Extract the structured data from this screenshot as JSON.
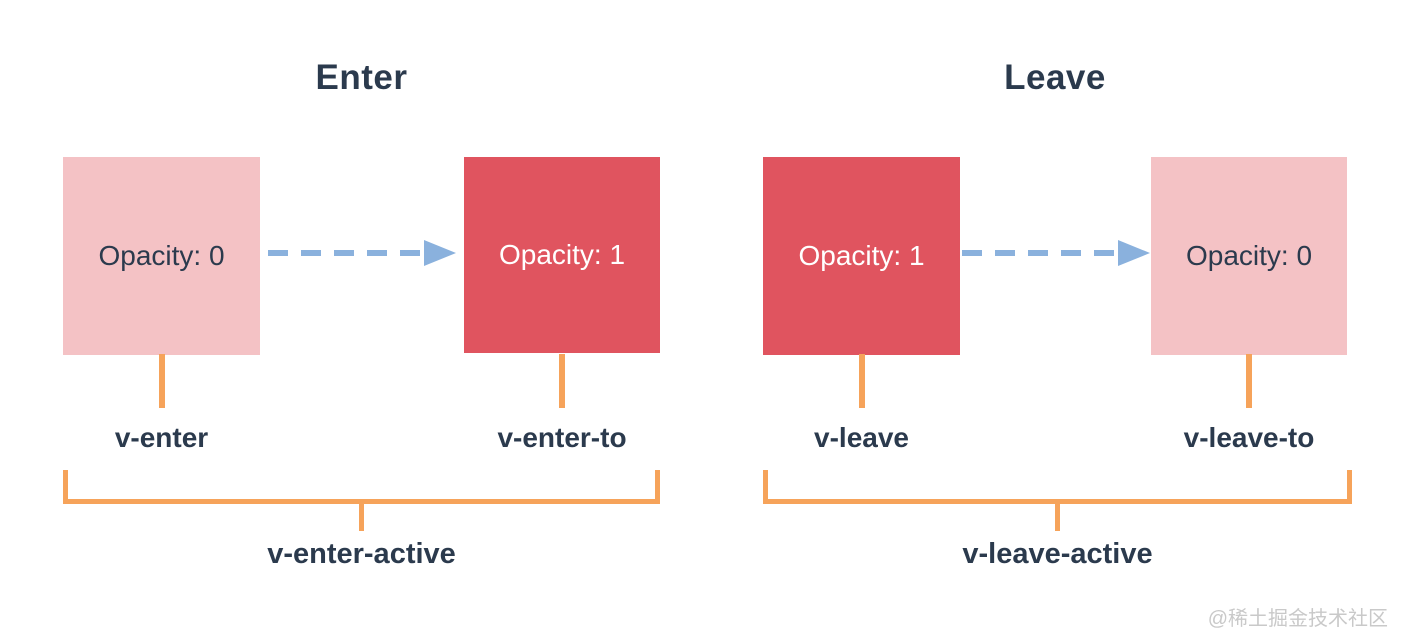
{
  "theme": {
    "background": "#ffffff",
    "navy": "#2b3a4d",
    "pink": "#f4c2c5",
    "red": "#e0545f",
    "orange": "#f6a35a",
    "blue": "#8ab1dd",
    "watermark_gray": "#c9c9c9"
  },
  "sections": [
    {
      "title": "Enter",
      "from_box": {
        "label": "Opacity: 0",
        "variant": "pink"
      },
      "to_box": {
        "label": "Opacity: 1",
        "variant": "red"
      },
      "from_label": "v-enter",
      "to_label": "v-enter-to",
      "active_label": "v-enter-active"
    },
    {
      "title": "Leave",
      "from_box": {
        "label": "Opacity: 1",
        "variant": "red"
      },
      "to_box": {
        "label": "Opacity: 0",
        "variant": "pink"
      },
      "from_label": "v-leave",
      "to_label": "v-leave-to",
      "active_label": "v-leave-active"
    }
  ],
  "watermark": "@稀土掘金技术社区"
}
